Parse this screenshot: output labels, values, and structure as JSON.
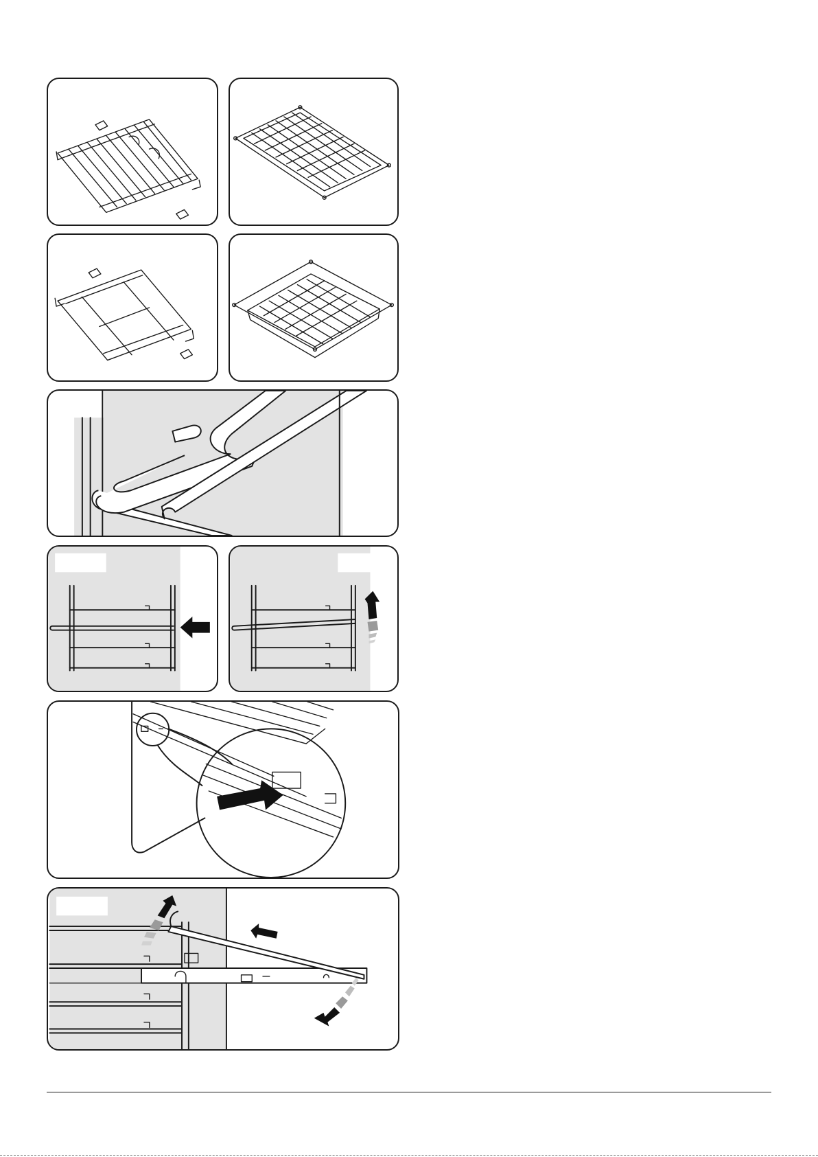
{
  "document": {
    "type": "oven accessories installation illustrations",
    "figures": [
      {
        "id": "wire-rack-with-runners",
        "icon": "wire-shelf-icon"
      },
      {
        "id": "wire-grid-flat",
        "icon": "grid-icon"
      },
      {
        "id": "frame-rack",
        "icon": "frame-rack-icon"
      },
      {
        "id": "grill-pan-with-grid",
        "icon": "roasting-tray-icon"
      },
      {
        "id": "rail-hook-closeup",
        "icon": "rail-hook-icon"
      },
      {
        "id": "insert-rack-arrow",
        "icon": "arrow-left-icon"
      },
      {
        "id": "tilt-rack-arrow",
        "icon": "curved-arrow-up-icon"
      },
      {
        "id": "telescopic-slot-detail",
        "icon": "magnifier-detail-icon"
      },
      {
        "id": "remove-telescopic-runner",
        "icon": "curved-arrows-icon"
      }
    ],
    "colors": {
      "line": "#1a1a1a",
      "shaded_area": "#e3e3e3",
      "arrow": "#111111",
      "arrow_fade": "#9a9a9a"
    }
  }
}
